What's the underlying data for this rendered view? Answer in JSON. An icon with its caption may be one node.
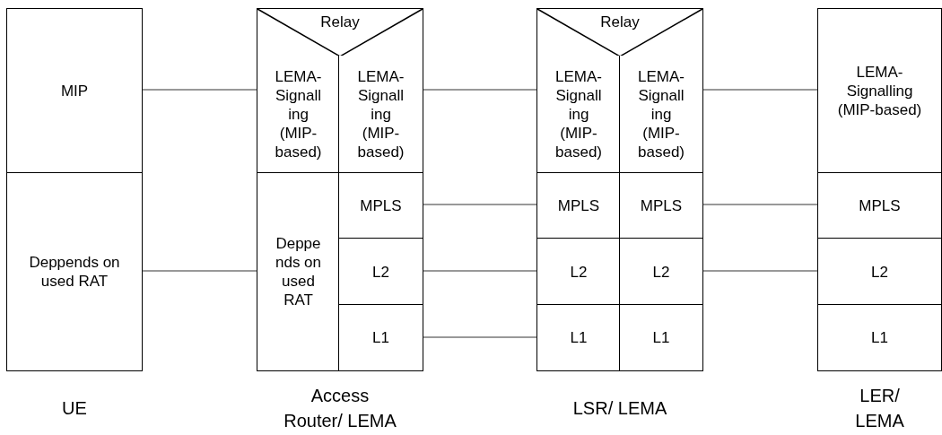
{
  "diagram": {
    "nodes": [
      {
        "text": [
          "UE"
        ]
      },
      {
        "text": [
          "MIP"
        ],
        "in": 0
      },
      {
        "text": [
          "Deppends on used RAT"
        ],
        "in": 0
      },
      {
        "text": [
          "Access Router/ LEMA"
        ]
      },
      {
        "text": [
          "Relay"
        ],
        "in": 3
      },
      {
        "text": [
          "LEMA- Signall ing (MIP- based)"
        ],
        "in": 3
      },
      {
        "text": [
          "LEMA- Signall ing (MIP- based)"
        ],
        "in": 3
      },
      {
        "text": [
          "Deppe nds on used RAT"
        ],
        "in": 3
      },
      {
        "text": [
          "MPLS"
        ],
        "in": 3
      },
      {
        "text": [
          "L2"
        ],
        "in": 3
      },
      {
        "text": [
          "L1"
        ],
        "in": 3
      },
      {
        "text": [
          "LSR/ LEMA"
        ]
      },
      {
        "text": [
          "Relay"
        ],
        "in": 11
      },
      {
        "text": [
          "LEMA- Signall ing (MIP- based)"
        ],
        "in": 11
      },
      {
        "text": [
          "LEMA- Signall ing (MIP- based)"
        ],
        "in": 11
      },
      {
        "text": [
          "MPLS"
        ],
        "in": 11
      },
      {
        "text": [
          "MPLS"
        ],
        "in": 11
      },
      {
        "text": [
          "L2"
        ],
        "in": 11
      },
      {
        "text": [
          "L2"
        ],
        "in": 11
      },
      {
        "text": [
          "L1"
        ],
        "in": 11
      },
      {
        "text": [
          "L1"
        ],
        "in": 11
      },
      {
        "text": [
          "LER/ LEMA"
        ]
      },
      {
        "text": [
          "LEMA- Signalling (MIP-based)"
        ],
        "in": 21
      },
      {
        "text": [
          "MPLS"
        ],
        "in": 21
      },
      {
        "text": [
          "L2"
        ],
        "in": 21
      },
      {
        "text": [
          "L1"
        ],
        "in": 21
      }
    ],
    "edges": [
      {
        "from": 1,
        "to": 5,
        "arrow": "none"
      },
      {
        "from": 6,
        "to": 13,
        "arrow": "none"
      },
      {
        "from": 14,
        "to": 22,
        "arrow": "none"
      },
      {
        "from": 2,
        "to": 7,
        "arrow": "none"
      },
      {
        "from": 8,
        "to": 15,
        "arrow": "none"
      },
      {
        "from": 9,
        "to": 17,
        "arrow": "none"
      },
      {
        "from": 10,
        "to": 19,
        "arrow": "none"
      },
      {
        "from": 16,
        "to": 23,
        "arrow": "none"
      },
      {
        "from": 18,
        "to": 24,
        "arrow": "none"
      }
    ]
  }
}
